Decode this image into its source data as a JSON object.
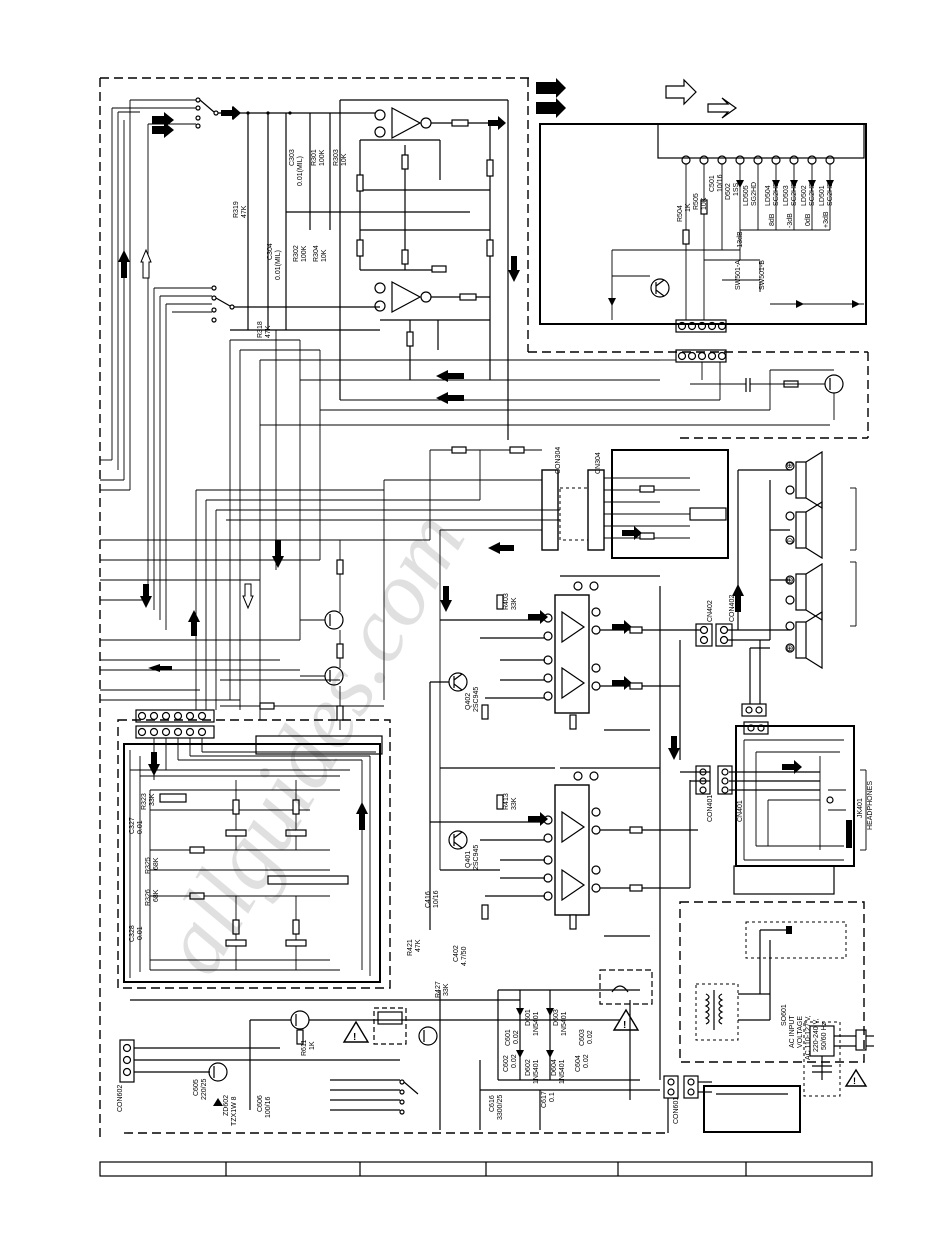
{
  "watermark": "allguides.com",
  "labels": {
    "r319": "R319",
    "r319v": "47K",
    "c303": "C303",
    "c303v": "0.01(MIL)",
    "r301": "R301",
    "r301v": "100K",
    "r303": "R303",
    "r303v": "10K",
    "c304": "C304",
    "c304v": "0.01(MIL)",
    "r302": "R302",
    "r302v": "100K",
    "r304": "R304",
    "r304v": "10K",
    "r318": "R318",
    "r318v": "47K",
    "r504": "R504",
    "r504v": "1K",
    "r505": "R505",
    "r505v": "10K",
    "c501": "C501",
    "c501v": "10/16",
    "d502": "D502",
    "d502v": "1SS",
    "ld505": "LD505",
    "ld505v": "SG2HD",
    "ld504": "LD504",
    "ld504v": "SG2HD",
    "ld503": "LD503",
    "ld503v": "SG2HD",
    "ld502": "LD502",
    "ld502v": "SG2HD",
    "ld501": "LD501",
    "ld501v": "SG2HD",
    "db8": "8dB",
    "dbm3": "-3dB",
    "db0": "0dB",
    "dbp3": "+3dB",
    "dbm13": "-13dB",
    "sw501a": "SW501-A",
    "sw501b": "SW501-B",
    "con304": "CON304",
    "cn304": "CN304",
    "cn402": "CN402",
    "con402": "CON402",
    "cn401": "CN401",
    "con401": "CON401",
    "r403": "R403",
    "r403v": "33K",
    "r413": "R413",
    "r413v": "33K",
    "q402": "Q402",
    "q402v": "2SC945",
    "q401": "Q401",
    "q401v": "2SC945",
    "r323": "R323",
    "r323v": "33K",
    "c327": "C327",
    "c327v": "0.01",
    "r325": "R325",
    "r325v": "68K",
    "r326": "R326",
    "r326v": "68K",
    "c328": "C328",
    "c328v": "0.01",
    "c416": "C416",
    "c416v": "10/16",
    "r421": "R421",
    "r421v": "47K",
    "r427": "R427",
    "r427v": "33K",
    "c402": "C402",
    "c402v": "4.7/50",
    "jk401": "JK401",
    "headphones": "HEADPHONES",
    "r611": "R611",
    "r611v": "1K",
    "d601": "D601",
    "d601v": "1N5401",
    "d602": "D602",
    "d602v": "1N5401",
    "d603": "D603",
    "d603v": "1N5401",
    "d604": "D604",
    "d604v": "1N5401",
    "c601": "C601",
    "c601v": "0.02",
    "c602": "C602",
    "c602v": "0.02",
    "c603": "C603",
    "c603v": "0.02",
    "c604": "C604",
    "c604v": "0.02",
    "c616": "C616",
    "c616v": "3300/25",
    "c617": "C617",
    "c617v": "0.1",
    "c605": "C605",
    "c605v": "220/25",
    "c606": "C606",
    "c606v": "100/16",
    "zd602": "ZD602",
    "zd602v": "TZX1W 8",
    "con602": "CON602",
    "con601": "CON601",
    "so601": "SO601",
    "ac1": "AC INPUT",
    "ac2": "VOLTAGE",
    "ac3": "AC 110-127 V,",
    "ac4": "220-240 V,",
    "ac5": "50/60 Hz"
  }
}
